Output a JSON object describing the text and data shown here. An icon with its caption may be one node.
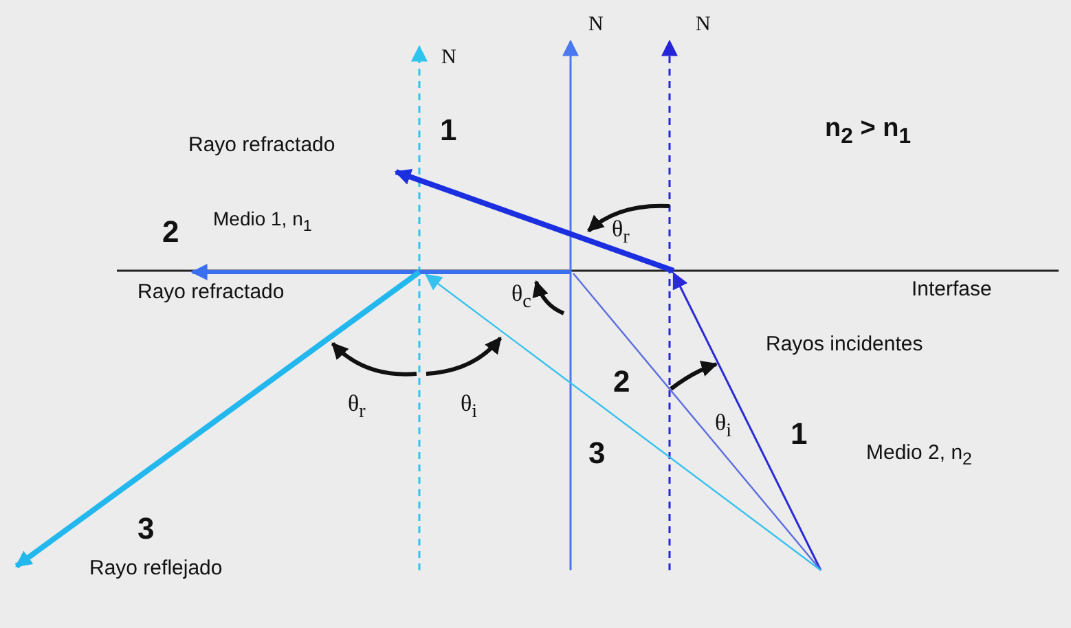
{
  "diagram": {
    "labels": [
      "N",
      "N",
      "N",
      "1",
      "Rayo refractado",
      "n$_{2}$ > n$_{1}$",
      "θ$_{r}$",
      "2",
      "Medio 1, n$_{1}$",
      "Interfase",
      "Rayo refractado",
      "θ$_{c}$",
      "Rayos incidentes",
      "θ$_{r}$",
      "θ$_{i}$",
      "2",
      "θ$_{i}$",
      "1",
      "3",
      "Medio 2, n$_{2}$",
      "3",
      "Rayo reflejado"
    ]
  }
}
